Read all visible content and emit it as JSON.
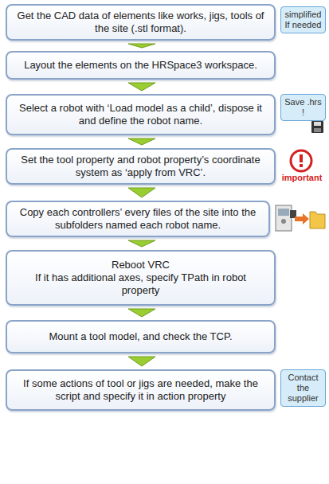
{
  "diagram": {
    "nodes": [
      {
        "text": [
          "Get the CAD data of elements like works, jigs, tools of the site (.stl format)."
        ]
      },
      {
        "text": [
          "simplified If needed"
        ]
      },
      {
        "text": [
          "Layout the elements on the HRSpace3 workspace."
        ]
      },
      {
        "text": [
          "Select a robot with ‘Load model as a child’, dispose it and define the robot name."
        ]
      },
      {
        "text": [
          "Save .hrs !"
        ]
      },
      {
        "text": [
          "Set the tool property and robot property’s coordinate system as ‘apply from VRC’."
        ]
      },
      {
        "text": [
          "Copy each controllers’ every files of the site into the subfolders named each robot name."
        ]
      },
      {
        "text": [
          "Reboot VRC",
          "If it has additional axes, specify TPath in robot property"
        ]
      },
      {
        "text": [
          "Mount a tool model, and check the TCP."
        ]
      },
      {
        "text": [
          "If some actions of tool or jigs are needed, make the script and specify it in action property"
        ]
      },
      {
        "text": [
          "Contact the supplier"
        ]
      }
    ],
    "edges": [
      {
        "from": 0,
        "to": 2,
        "arrow": "to"
      },
      {
        "from": 2,
        "to": 3,
        "arrow": "to"
      },
      {
        "from": 3,
        "to": 5,
        "arrow": "to"
      },
      {
        "from": 5,
        "to": 6,
        "arrow": "to"
      },
      {
        "from": 6,
        "to": 7,
        "arrow": "to"
      },
      {
        "from": 7,
        "to": 8,
        "arrow": "to"
      },
      {
        "from": 8,
        "to": 9,
        "arrow": "to"
      }
    ],
    "labels": [
      "important"
    ]
  }
}
